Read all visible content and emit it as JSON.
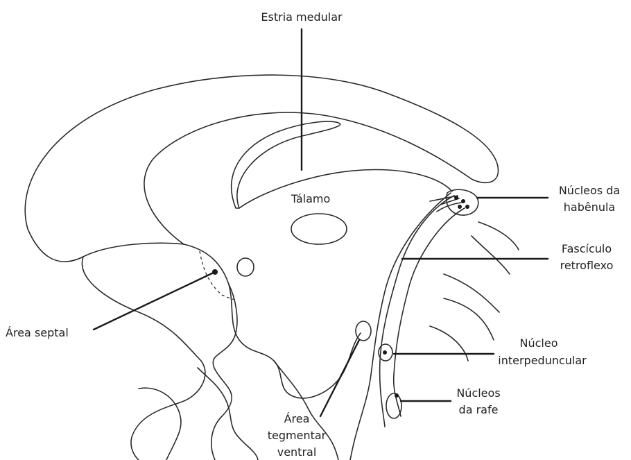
{
  "labels": {
    "estria_medular": "Estria medular",
    "talamo": "Tálamo",
    "nucleos_habenula_1": "Núcleos da",
    "nucleos_habenula_2": "habênula",
    "fasciculo_1": "Fascículo",
    "fasciculo_2": "retroflexo",
    "area_septal": "Área septal",
    "nucleo_interpeduncular_1": "Núcleo",
    "nucleo_interpeduncular_2": "interpeduncular",
    "nucleos_rafe_1": "Núcleos",
    "nucleos_rafe_2": "da rafe",
    "area_tegmentar_1": "Área",
    "area_tegmentar_2": "tegmentar",
    "area_tegmentar_3": "ventral"
  },
  "colors": {
    "line": "#2a2a2a",
    "text": "#222222",
    "background": "#ffffff"
  }
}
